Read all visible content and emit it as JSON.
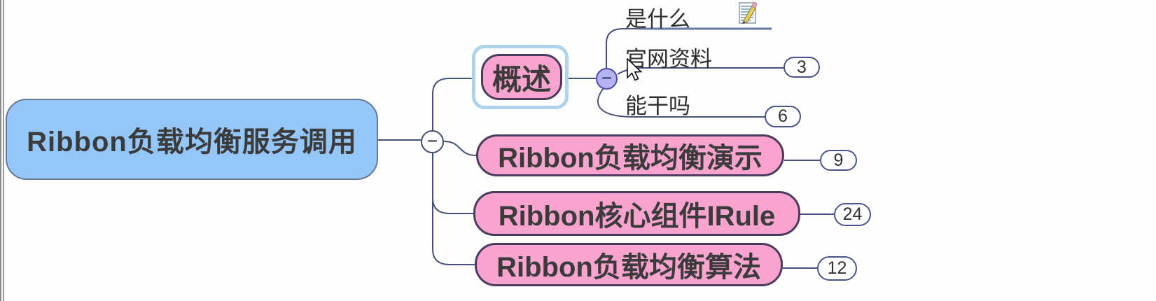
{
  "symbols": {
    "minus": "−"
  },
  "colors": {
    "root_fill": "#94c7f8",
    "branch_fill": "#f9a3cf",
    "line": "#46527c",
    "selection_frame": "#aed3ec",
    "collapse_lavender": "#b6b2f0",
    "badge_border": "#49548a"
  },
  "mindmap": {
    "root": {
      "label": "Ribbon负载均衡服务调用"
    },
    "branches": [
      {
        "label": "概述",
        "selected": true,
        "children": [
          {
            "label": "是什么",
            "has_note": true
          },
          {
            "label": "官网资料",
            "badge": "3"
          },
          {
            "label": "能干吗",
            "badge": "6"
          }
        ]
      },
      {
        "label": "Ribbon负载均衡演示",
        "badge": "9"
      },
      {
        "label": "Ribbon核心组件IRule",
        "badge": "24"
      },
      {
        "label": "Ribbon负载均衡算法",
        "badge": "12"
      }
    ]
  }
}
